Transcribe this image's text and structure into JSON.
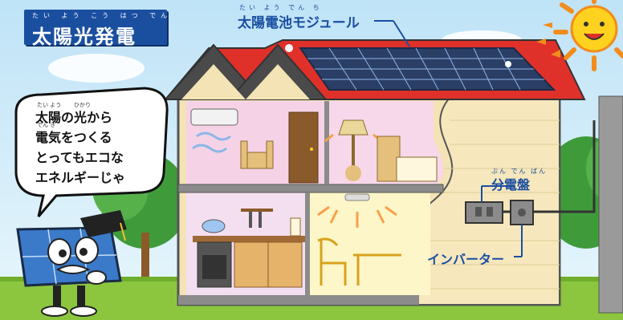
{
  "title": {
    "text": "太陽光発電",
    "ruby": "たい よう こう はつ でん"
  },
  "labels": {
    "solar_panel": "太陽電池モジュール",
    "solar_panel_ruby": "たい よう でん ち",
    "distribution_board": "分電盤",
    "distribution_board_ruby": "ぶん でん ばん",
    "inverter": "インバーター"
  },
  "speech_bubble": {
    "lines": [
      "太陽の光から",
      "電気をつくる",
      "とってもエコな",
      "エネルギーじゃ"
    ],
    "ruby_taiyou": "たい よう",
    "ruby_hikari": "ひかり",
    "ruby_denki": "でん き"
  },
  "colors": {
    "title_bg": "#1a4fa0",
    "roof": "#e0302a",
    "label_blue": "#1a4fa0",
    "sky": "#bfe3f7",
    "grass": "#8cc63f"
  },
  "icons": {
    "sun": "smiling-sun-icon",
    "mascot": "solar-panel-professor-mascot"
  }
}
